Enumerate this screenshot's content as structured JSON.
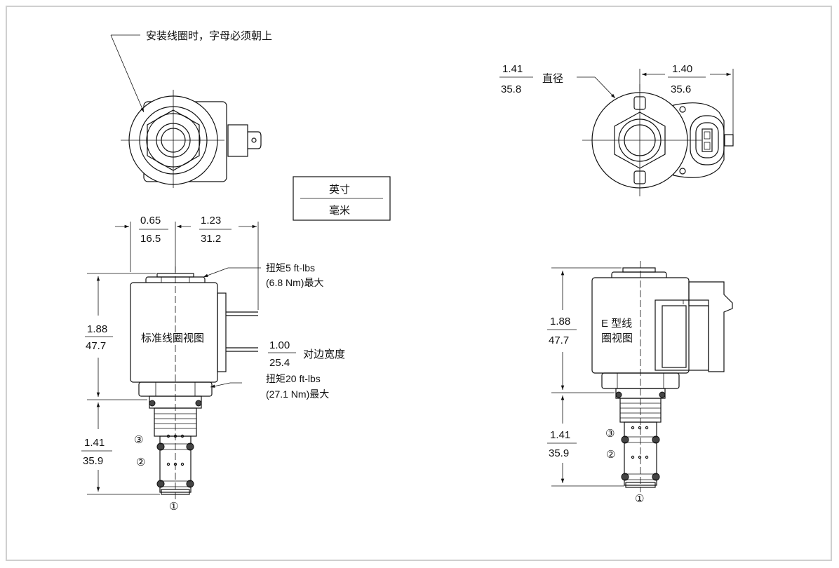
{
  "labels": {
    "mount_note": "安装线圈时，字母必须朝上",
    "diameter_label": "直径",
    "standard_coil": "标准线圈视图",
    "e_coil_line1": "E 型线",
    "e_coil_line2": "圈视图",
    "across_flats": "对边宽度",
    "torque_top_line1": "扭矩5 ft-lbs",
    "torque_top_line2": "(6.8 Nm)最大",
    "torque_bottom_line1": "扭矩20 ft-lbs",
    "torque_bottom_line2": "(27.1 Nm)最大"
  },
  "legend": {
    "inch": "英寸",
    "mm": "毫米"
  },
  "dimensions": {
    "diameter": {
      "inch": "1.41",
      "mm": "35.8"
    },
    "connector_width": {
      "inch": "1.40",
      "mm": "35.6"
    },
    "nut_offset": {
      "inch": "0.65",
      "mm": "16.5"
    },
    "terminal_length": {
      "inch": "1.23",
      "mm": "31.2"
    },
    "coil_height_std": {
      "inch": "1.88",
      "mm": "47.7"
    },
    "flats": {
      "inch": "1.00",
      "mm": "25.4"
    },
    "cartridge_std": {
      "inch": "1.41",
      "mm": "35.9"
    },
    "coil_height_e": {
      "inch": "1.88",
      "mm": "47.7"
    },
    "cartridge_e": {
      "inch": "1.41",
      "mm": "35.9"
    }
  },
  "ports": {
    "p1": "①",
    "p2": "②",
    "p3": "③"
  }
}
